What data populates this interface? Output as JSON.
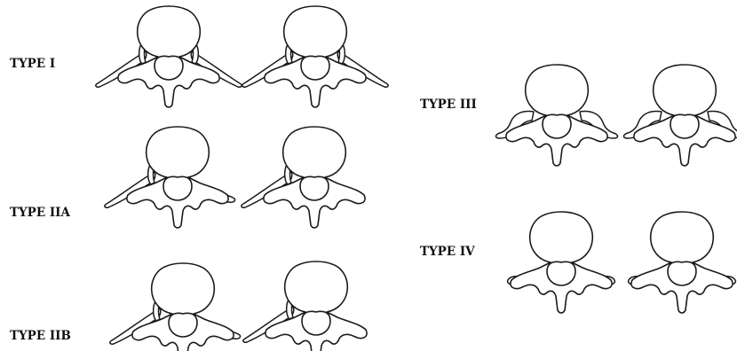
{
  "figure": {
    "labels": {
      "type_1": "TYPE I",
      "type_2a": "TYPE IIA",
      "type_2b": "TYPE IIB",
      "type_3": "TYPE III",
      "type_4": "TYPE IV"
    },
    "colors": {
      "stroke": "#1a1a1a",
      "fill": "#ffffff",
      "label": "#111111"
    }
  }
}
